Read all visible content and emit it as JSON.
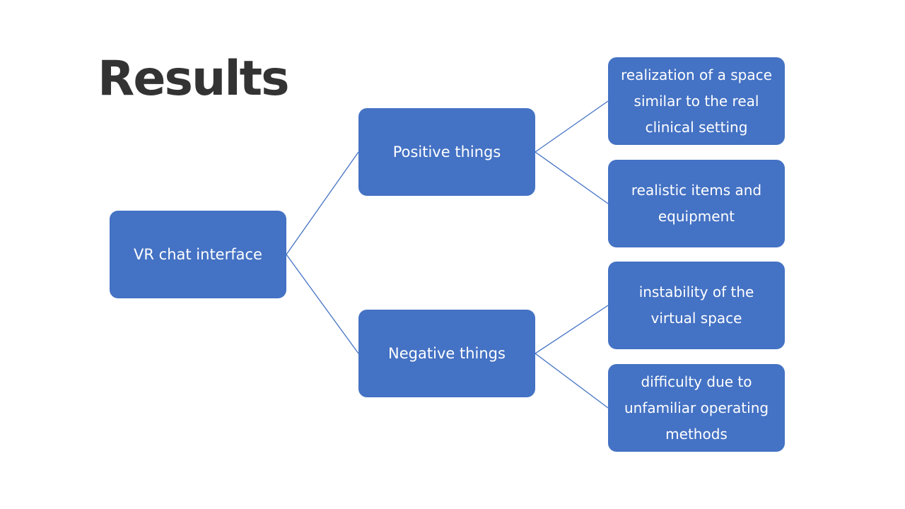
{
  "slide": {
    "title": "Results"
  },
  "tree": {
    "root": "VR chat interface",
    "positive": {
      "label": "Positive things",
      "items": [
        "realization of a space similar to the real clinical setting",
        "realistic items and equipment"
      ]
    },
    "negative": {
      "label": "Negative things",
      "items": [
        "instability of the virtual space",
        "difficulty due to unfamiliar operating methods"
      ]
    }
  },
  "colors": {
    "node_fill": "#4472c4",
    "connector": "#4472c4",
    "title_text": "#333333",
    "node_text": "#ffffff"
  }
}
